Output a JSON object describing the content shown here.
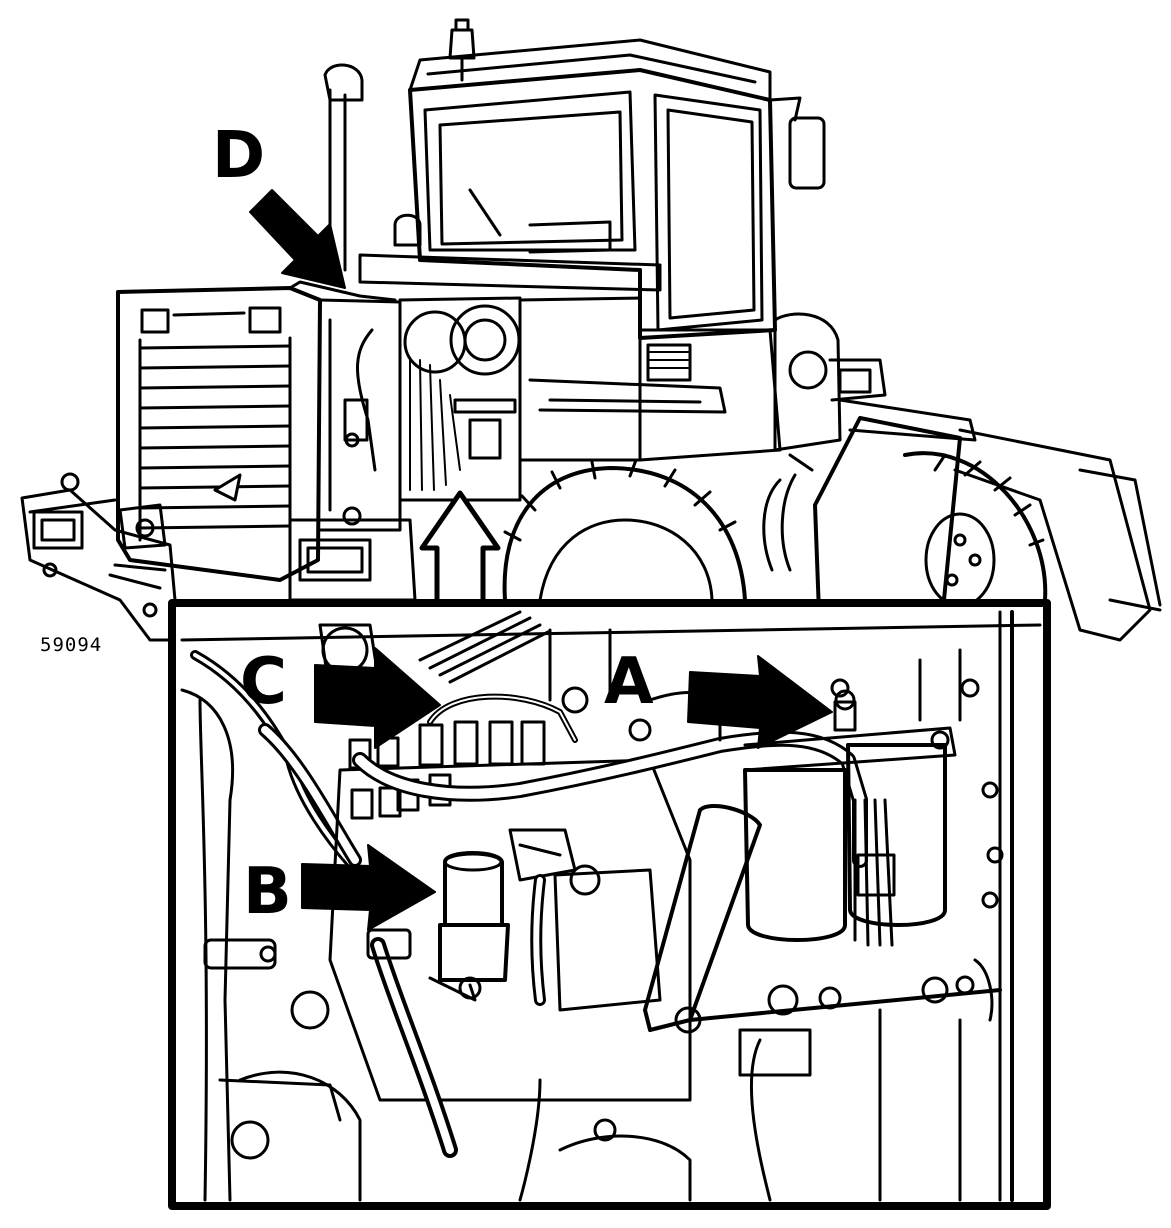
{
  "figure": {
    "number": "59094",
    "callouts": {
      "a": "A",
      "b": "B",
      "c": "C",
      "d": "D"
    }
  },
  "colors": {
    "ink": "#000000",
    "paper": "#ffffff"
  }
}
